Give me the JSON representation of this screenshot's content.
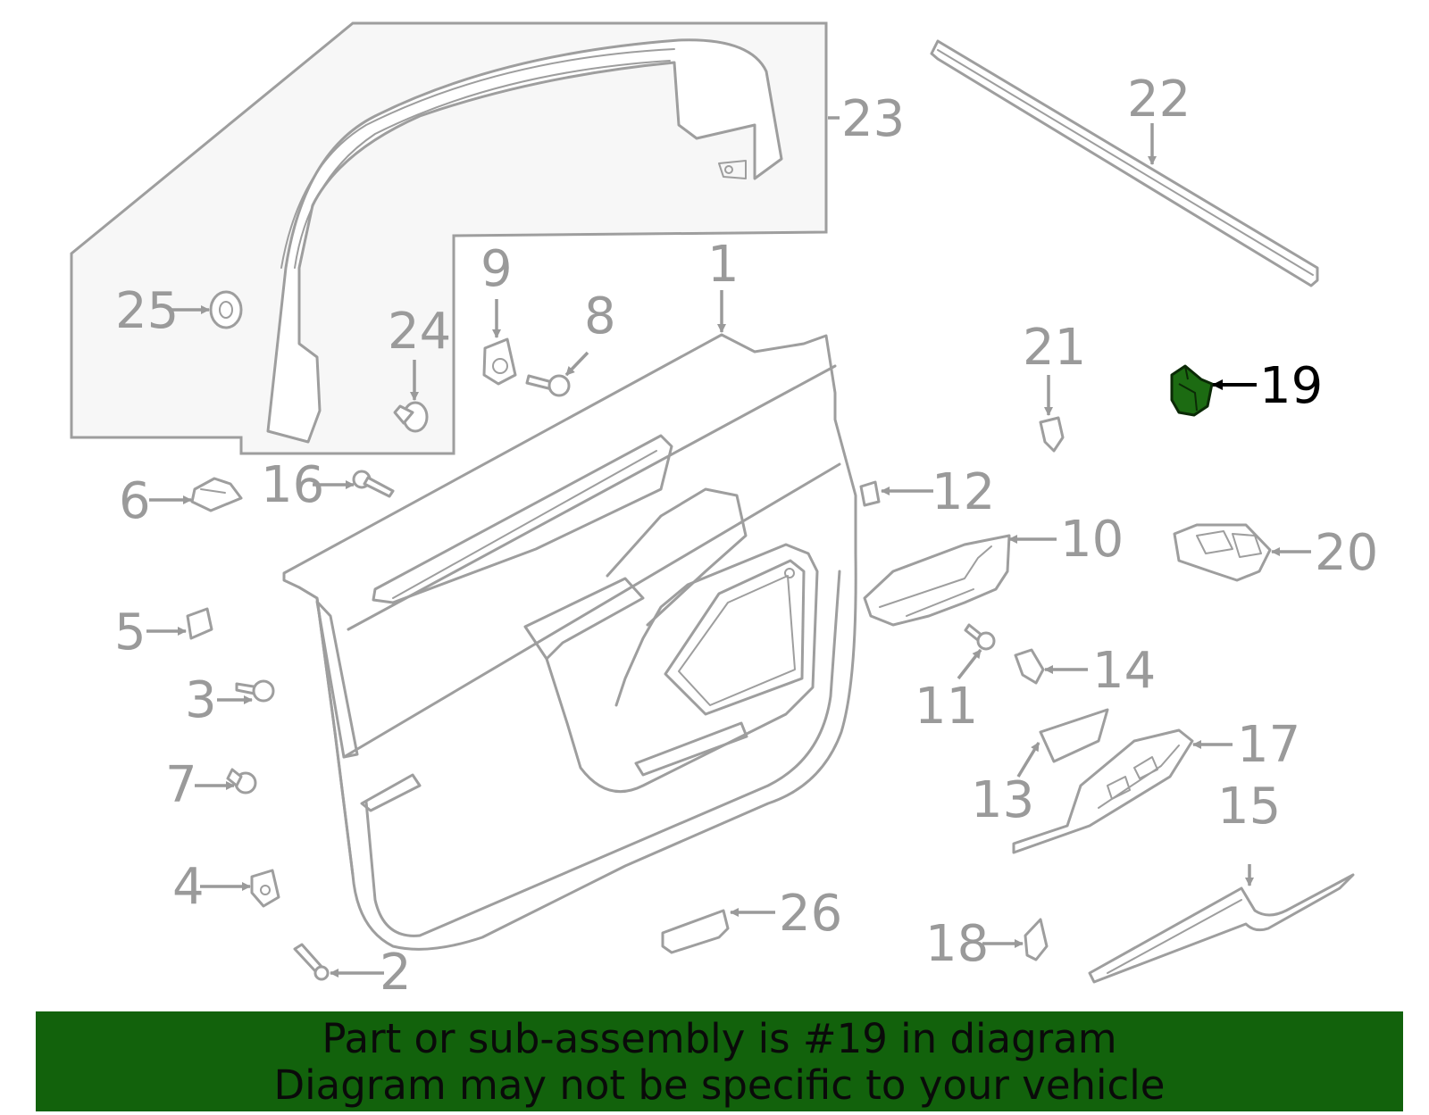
{
  "diagram": {
    "callouts": [
      {
        "number": "1"
      },
      {
        "number": "2"
      },
      {
        "number": "3"
      },
      {
        "number": "4"
      },
      {
        "number": "5"
      },
      {
        "number": "6"
      },
      {
        "number": "7"
      },
      {
        "number": "8"
      },
      {
        "number": "9"
      },
      {
        "number": "10"
      },
      {
        "number": "11"
      },
      {
        "number": "12"
      },
      {
        "number": "13"
      },
      {
        "number": "14"
      },
      {
        "number": "15"
      },
      {
        "number": "16"
      },
      {
        "number": "17"
      },
      {
        "number": "18"
      },
      {
        "number": "19"
      },
      {
        "number": "20"
      },
      {
        "number": "21"
      },
      {
        "number": "22"
      },
      {
        "number": "23"
      },
      {
        "number": "24"
      },
      {
        "number": "25"
      },
      {
        "number": "26"
      }
    ],
    "highlighted_part": "19",
    "highlight_color": "#1c6b12",
    "line_color": "#9e9e9e"
  },
  "banner": {
    "line1": "Part or sub-assembly is #19 in diagram",
    "line2": "Diagram may not be specific to your vehicle",
    "background_color": "#12620c"
  }
}
